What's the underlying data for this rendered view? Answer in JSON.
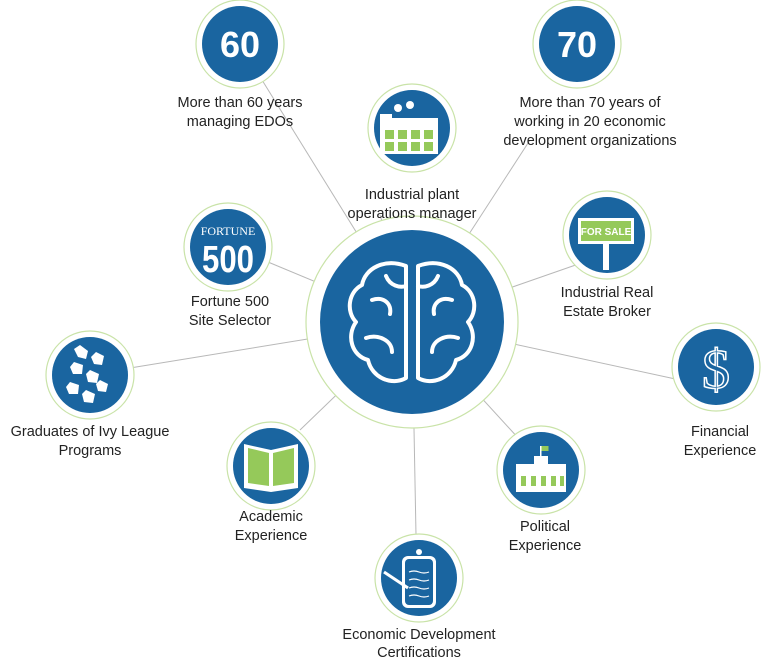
{
  "colors": {
    "blue": "#1a65a0",
    "green": "#95c95a",
    "ring": "#c9e3a8"
  },
  "center": {
    "icon": "brain-icon"
  },
  "nodes": {
    "years60": {
      "badge": "60",
      "line1": "More than 60 years",
      "line2": "managing EDOs"
    },
    "years70": {
      "badge": "70",
      "line1": "More than 70 years of",
      "line2": "working in 20 economic",
      "line3": "development organizations"
    },
    "plant": {
      "icon": "factory-icon",
      "line1": "Industrial plant",
      "line2": "operations manager"
    },
    "fortune": {
      "logo_top": "FORTUNE",
      "logo_num": "500",
      "line1": "Fortune 500",
      "line2": "Site Selector"
    },
    "realestate": {
      "sign": "FOR SALE",
      "line1": "Industrial Real",
      "line2": "Estate Broker"
    },
    "ivy": {
      "icon": "ivy-leaf-icon",
      "line1": "Graduates of Ivy League",
      "line2": "Programs"
    },
    "financial": {
      "symbol": "$",
      "line1": "Financial",
      "line2": "Experience"
    },
    "academic": {
      "icon": "book-icon",
      "line1": "Academic",
      "line2": "Experience"
    },
    "political": {
      "icon": "capitol-building-icon",
      "line1": "Political",
      "line2": "Experience"
    },
    "certifications": {
      "icon": "certificate-tag-icon",
      "line1": "Economic Development",
      "line2": "Certifications"
    }
  }
}
